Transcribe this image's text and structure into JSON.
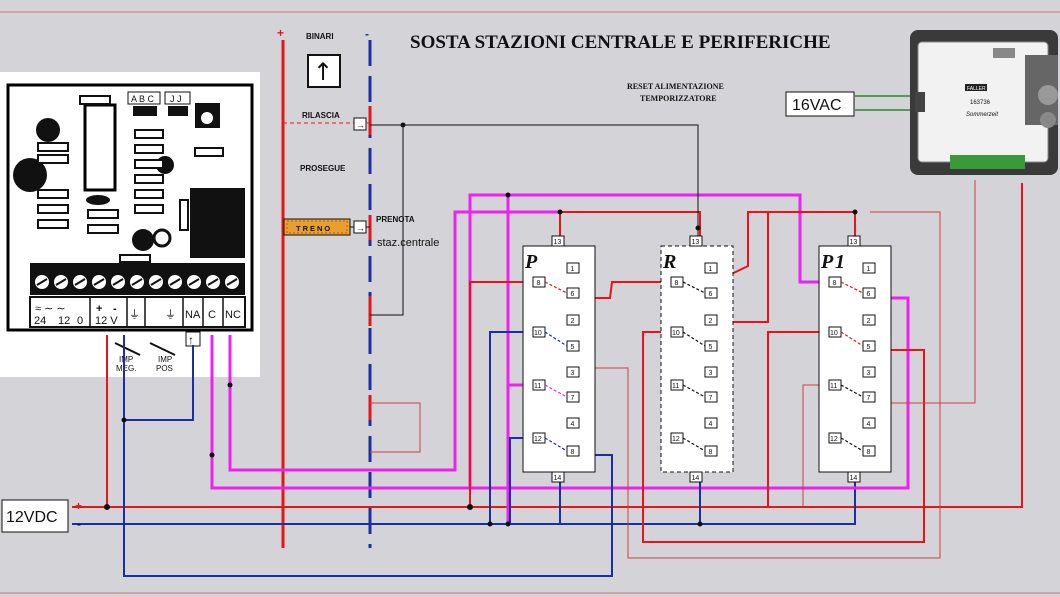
{
  "title": "SOSTA STAZIONI CENTRALE E PERIFERICHE",
  "labels": {
    "binari": "BINARI",
    "rilascia": "RILASCIA",
    "prosegue": "PROSEGUE",
    "prenota": "PRENOTA",
    "treno": "TRENO",
    "staz_centrale": "staz.centrale",
    "reset_line1": "RESET ALIMENTAZIONE",
    "reset_line2": "TEMPORIZZATORE",
    "vac": "16VAC",
    "vdc": "12VDC",
    "plus": "+",
    "minus": "-",
    "imp_meg_1": "IMP",
    "imp_meg_2": "MEG.",
    "imp_pos_1": "IMP",
    "imp_pos_2": "POS",
    "brand": "FALLER",
    "model": "163736",
    "module_name": "Sommerzeit"
  },
  "board": {
    "header_abc": "A B C",
    "header_jj": "J J",
    "terminals": [
      "24",
      "12",
      "0",
      "+",
      "12 V",
      "-",
      "NA",
      "C",
      "NC"
    ]
  },
  "relays": [
    {
      "id": "P",
      "top": "13",
      "bottom": "14"
    },
    {
      "id": "R",
      "top": "13",
      "bottom": "14"
    },
    {
      "id": "P1",
      "letter": "P",
      "sub": "1",
      "top": "13",
      "bottom": "14"
    }
  ],
  "pins": {
    "left": [
      "8",
      "",
      "",
      "10",
      "",
      "11",
      "",
      "12"
    ],
    "right": [
      "1",
      "6",
      "2",
      "5",
      "3",
      "7",
      "4",
      "8"
    ]
  },
  "colors": {
    "red": "#e8141c",
    "blue": "#1a2ea8",
    "magenta": "#ee22ee",
    "thin_red": "#c84040",
    "background": "#d4d4d8"
  }
}
